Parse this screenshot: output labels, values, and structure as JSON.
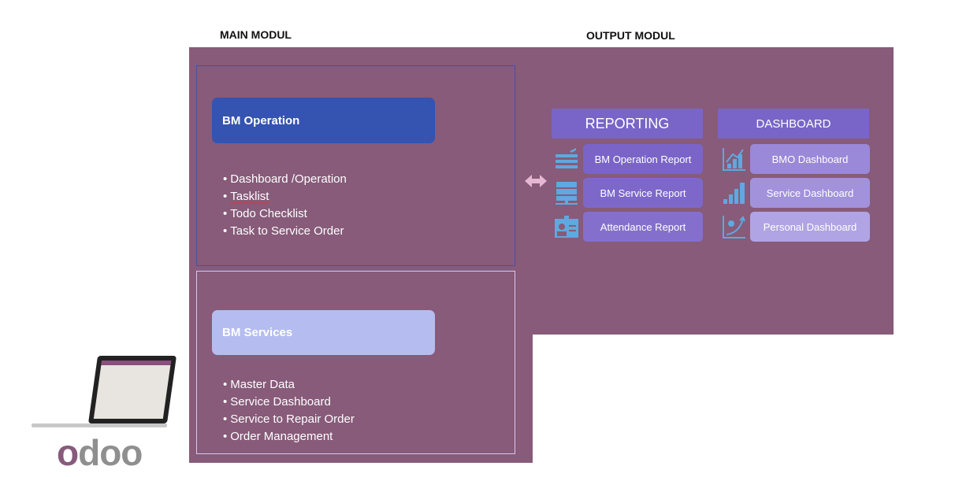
{
  "titles": {
    "main": "MAIN MODUL",
    "output": "OUTPUT MODUL"
  },
  "main": {
    "operation": {
      "label": "BM Operation",
      "items": [
        "Dashboard /Operation",
        "Tasklist",
        "Todo Checklist",
        "Task to Service Order"
      ]
    },
    "services": {
      "label": "BM Services",
      "items": [
        "Master Data",
        "Service Dashboard",
        "Service to Repair Order",
        "Order Management"
      ]
    }
  },
  "output": {
    "reporting": {
      "label": "REPORTING",
      "items": [
        "BM Operation Report",
        "BM Service Report",
        "Attendance Report"
      ],
      "icons": [
        "server-rack-icon",
        "database-server-icon",
        "id-card-icon"
      ]
    },
    "dashboard": {
      "label": "DASHBOARD",
      "items": [
        "BMO Dashboard",
        "Service Dashboard",
        "Personal Dashboard"
      ],
      "icons": [
        "growth-chart-icon",
        "bar-signal-icon",
        "trend-curve-icon"
      ]
    }
  },
  "logo": {
    "text": "odoo"
  },
  "colors": {
    "background": "#875b79",
    "operation": "#3553b0",
    "services": "#b5bdf0",
    "header": "#7965c8",
    "icon": "#5fa8e0",
    "arrow": "#e6b6d2"
  }
}
